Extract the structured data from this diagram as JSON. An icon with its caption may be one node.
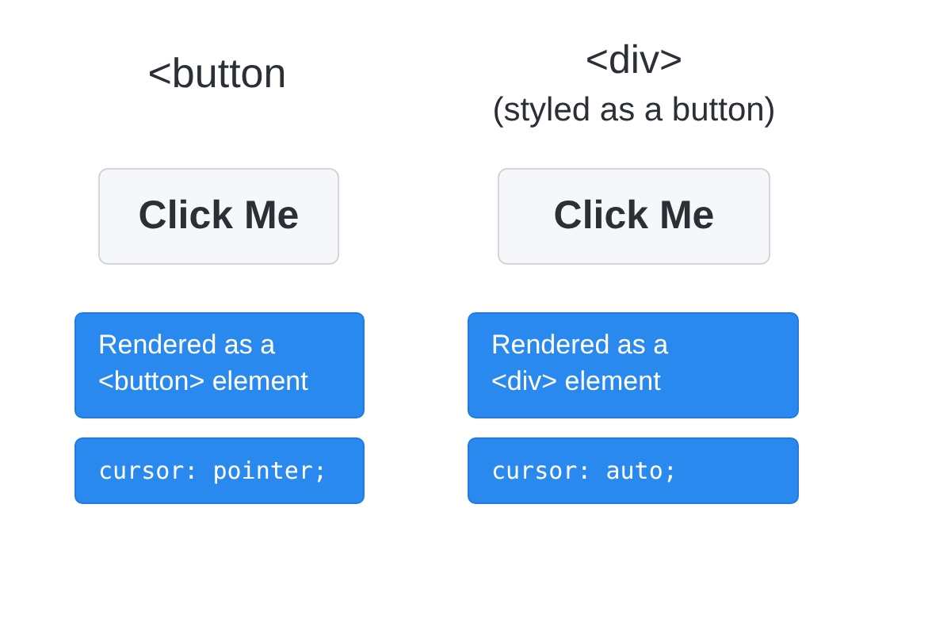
{
  "diagram": {
    "nodes": [
      {
        "text": [
          "Click Me"
        ]
      },
      {
        "text": [
          "Click Me"
        ]
      },
      {
        "text": [
          "Rendered as a <button> element"
        ]
      },
      {
        "text": [
          "Rendered as a <div> element"
        ]
      },
      {
        "text": [
          "cursor: pointer;"
        ]
      },
      {
        "text": [
          "cursor: auto;"
        ]
      }
    ],
    "labels": [
      "<button",
      "<div>",
      "(styled as a button)"
    ]
  }
}
